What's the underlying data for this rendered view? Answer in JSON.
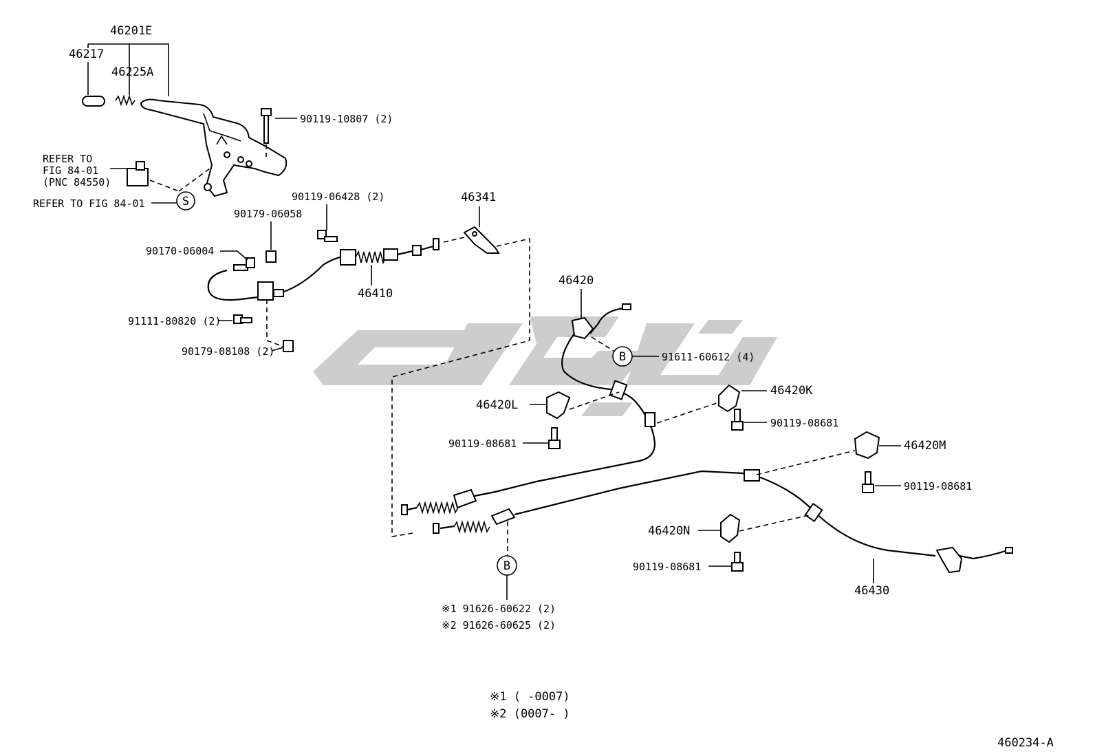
{
  "labels": {
    "p46201E": "46201E",
    "p46217": "46217",
    "p46225A": "46225A",
    "p90119_10807": "90119-10807 (2)",
    "refer1a": "REFER TO",
    "refer1b": "FIG 84-01",
    "refer1c": "(PNC 84550)",
    "refer2": "REFER TO FIG 84-01",
    "p90119_06428": "90119-06428 (2)",
    "p46341": "46341",
    "p90179_06058": "90179-06058",
    "p90170_06004": "90170-06004",
    "p46410": "46410",
    "p91111_80820": "91111-80820 (2)",
    "p90179_08108": "90179-08108 (2)",
    "p46420": "46420",
    "p91611_60612": "91611-60612 (4)",
    "p46420K": "46420K",
    "p46420L": "46420L",
    "p90119_08681_a": "90119-08681",
    "p90119_08681_b": "90119-08681",
    "p46420M": "46420M",
    "p90119_08681_c": "90119-08681",
    "p46420N": "46420N",
    "p90119_08681_d": "90119-08681",
    "p46430": "46430",
    "note1_part": "※1 91626-60622 (2)",
    "note2_part": "※2 91626-60625 (2)",
    "legend1": "※1 (     -0007)",
    "legend2": "※2 (0007-     )",
    "figure_code": "460234-A",
    "callout_S": "S",
    "callout_B1": "B",
    "callout_B2": "B"
  },
  "colors": {
    "line": "#000000",
    "background": "#ffffff",
    "watermark": "#c8c8c8"
  }
}
